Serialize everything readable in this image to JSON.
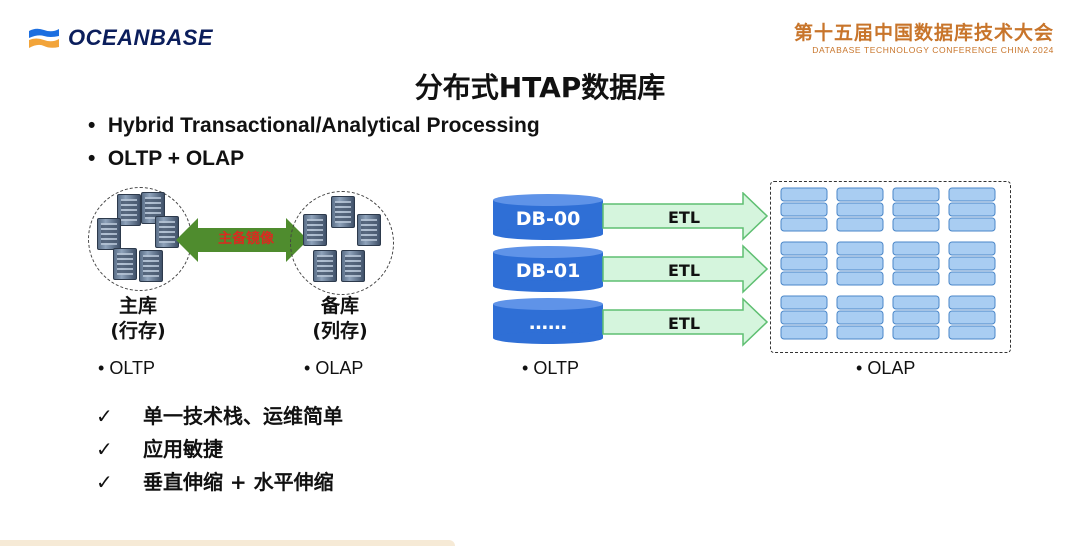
{
  "header": {
    "logo_text": "OCEANBASE",
    "conference_title": "第十五届中国数据库技术大会",
    "conference_subtitle": "DATABASE TECHNOLOGY CONFERENCE CHINA 2024"
  },
  "slide": {
    "title": "分布式HTAP数据库",
    "bullets": [
      "Hybrid Transactional/Analytical Processing",
      "OLTP + OLAP"
    ]
  },
  "left_diagram": {
    "arrow_label": "主备镜像",
    "primary": {
      "name": "主库",
      "type": "(行存)",
      "workload": "OLTP"
    },
    "standby": {
      "name": "备库",
      "type": "(列存)",
      "workload": "OLAP"
    }
  },
  "right_diagram": {
    "databases": [
      "DB-00",
      "DB-01",
      "……"
    ],
    "arrow_label": "ETL",
    "source_workload": "OLTP",
    "target_workload": "OLAP"
  },
  "checklist": [
    "单一技术栈、运维简单",
    "应用敏捷",
    "垂直伸缩 + 水平伸缩"
  ],
  "bullet_char": "•",
  "check_char": "✓",
  "colors": {
    "accent_orange": "#c8752b",
    "db_blue": "#2f6fd6",
    "etl_green": "#d5f5dd",
    "mirror_green": "#4f8c2e",
    "mirror_text": "#d92b20"
  }
}
